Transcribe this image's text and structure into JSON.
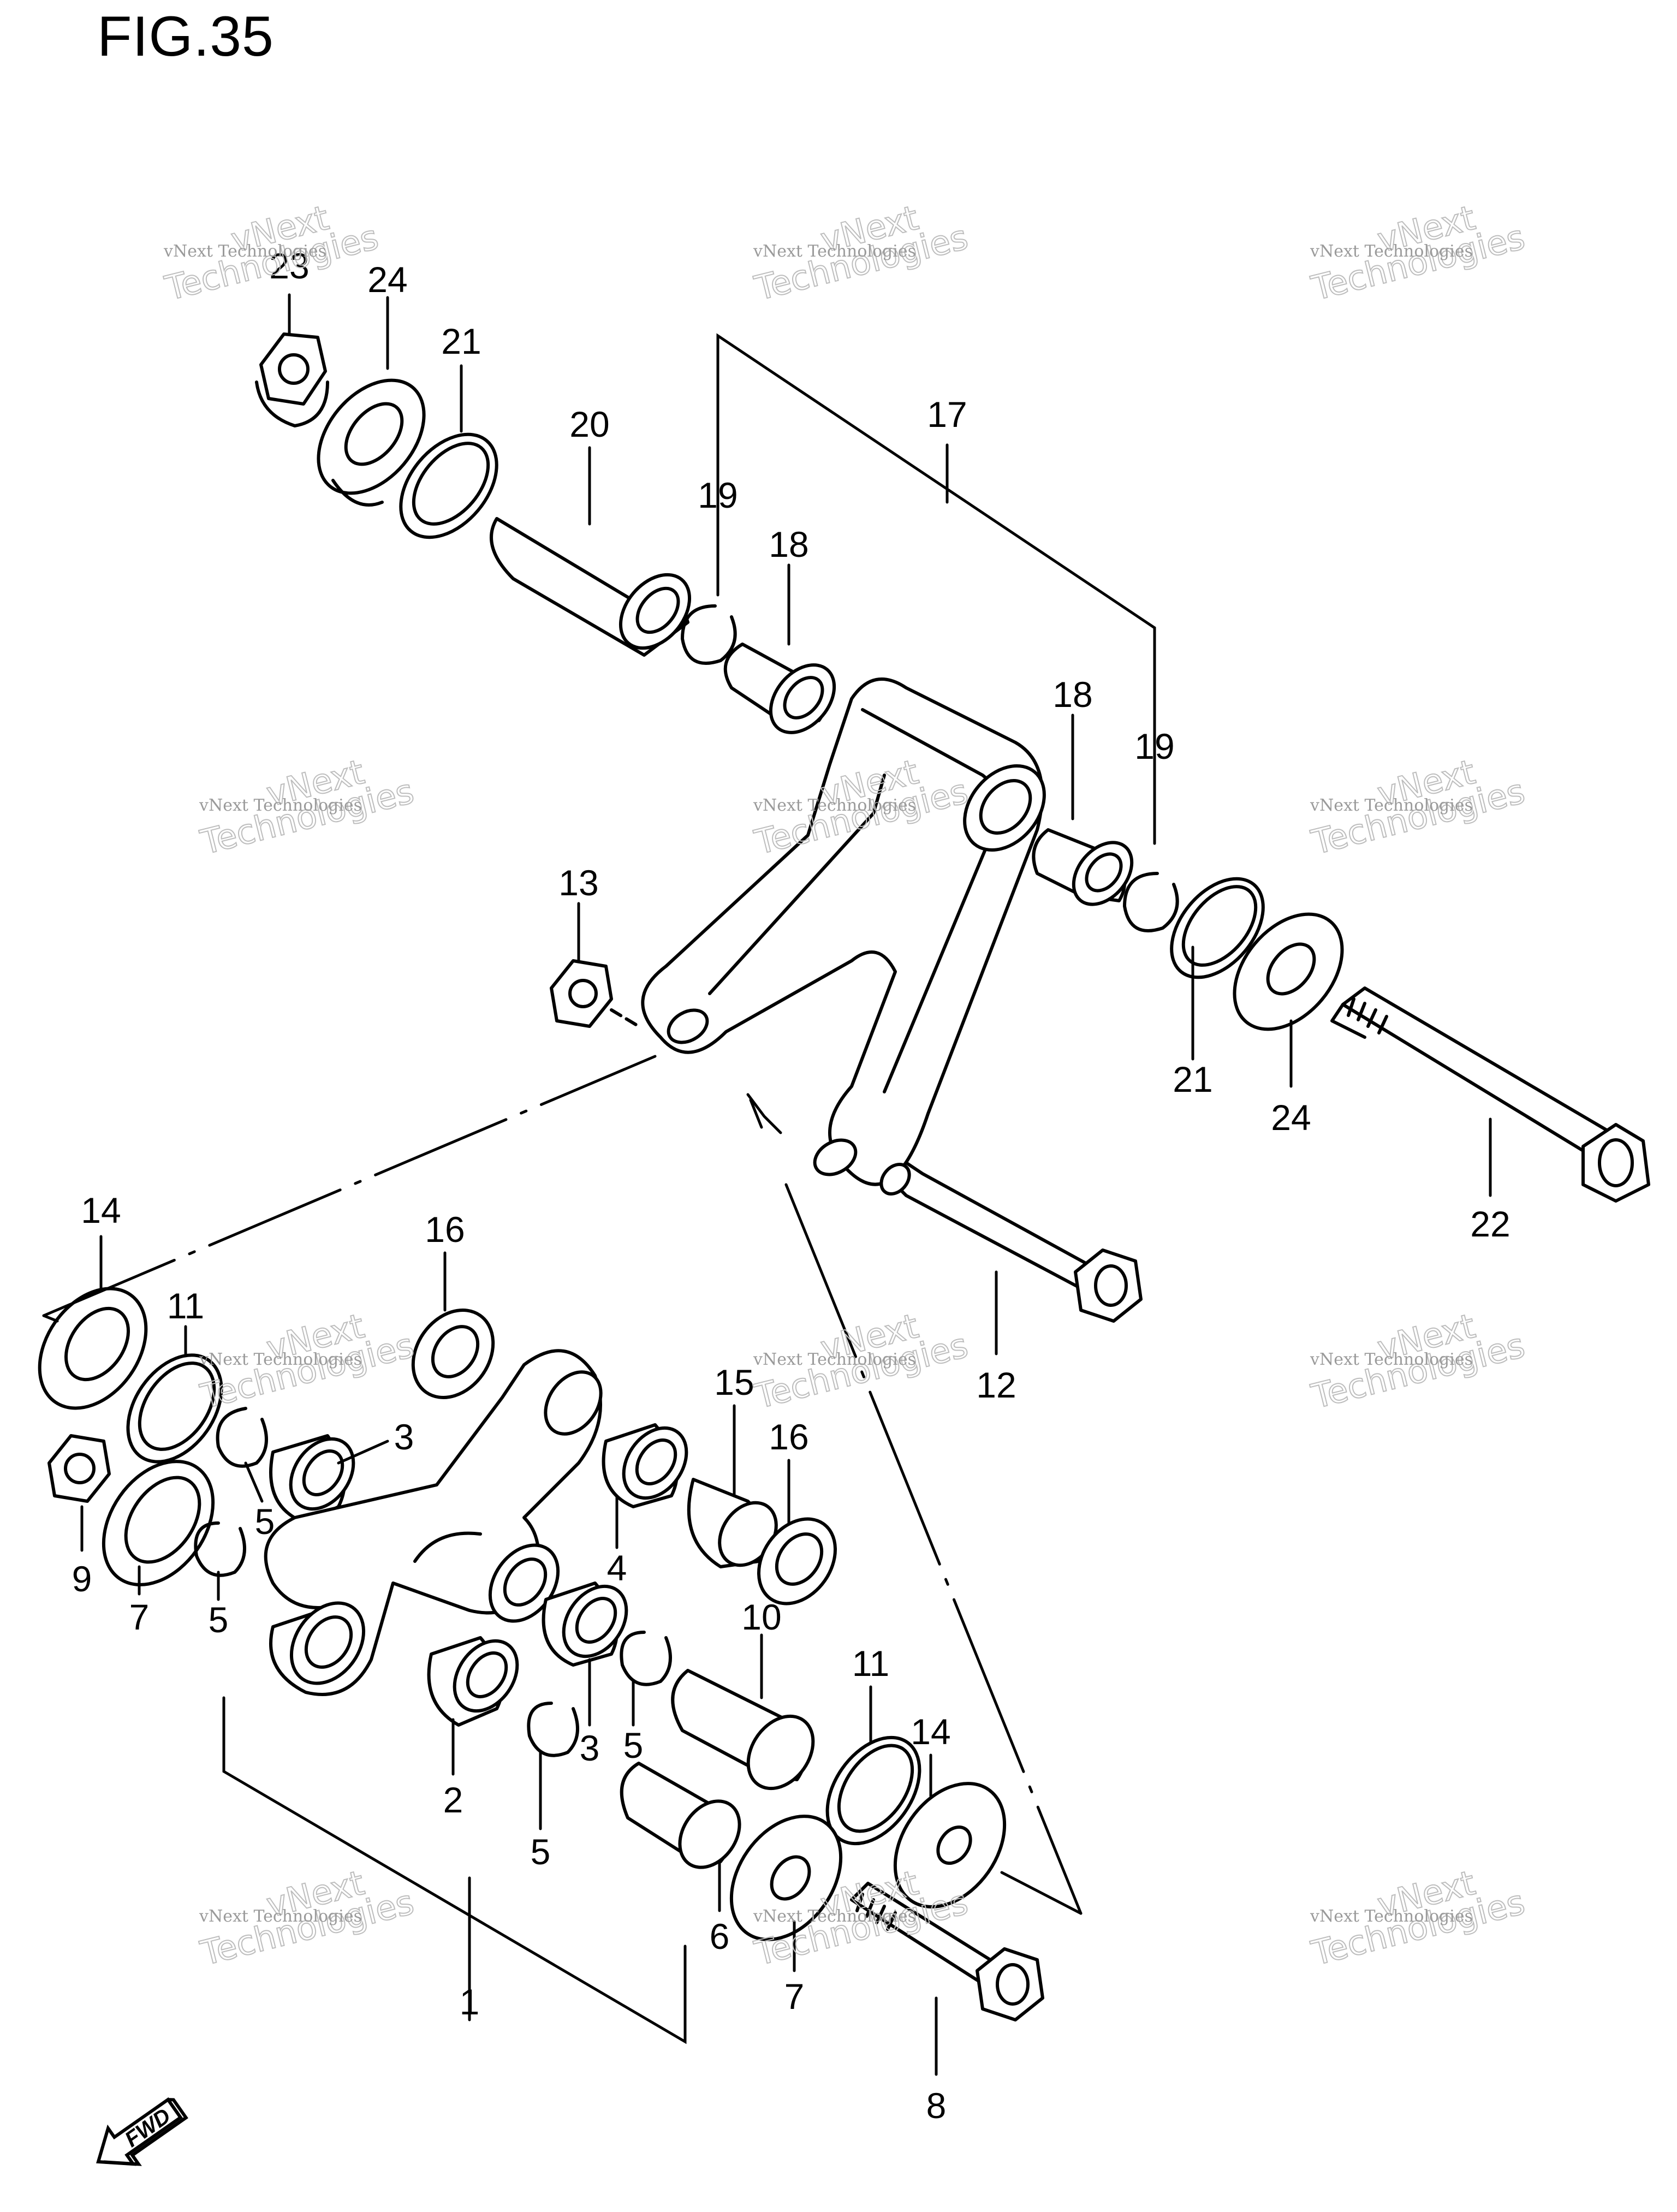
{
  "figure": {
    "title": "FIG.35"
  },
  "watermark": {
    "company": "vNext Technologies",
    "line1": "vNext",
    "line2": "Technologies"
  },
  "direction_tag": "FWD",
  "callouts": [
    "1",
    "2",
    "3",
    "3",
    "4",
    "5",
    "5",
    "5",
    "5",
    "6",
    "7",
    "7",
    "8",
    "9",
    "10",
    "11",
    "11",
    "12",
    "13",
    "14",
    "14",
    "15",
    "16",
    "16",
    "17",
    "18",
    "18",
    "19",
    "19",
    "20",
    "21",
    "21",
    "22",
    "23",
    "24",
    "24"
  ],
  "style": {
    "line_color": "#000000",
    "watermark_color": "#9a9a9a"
  }
}
